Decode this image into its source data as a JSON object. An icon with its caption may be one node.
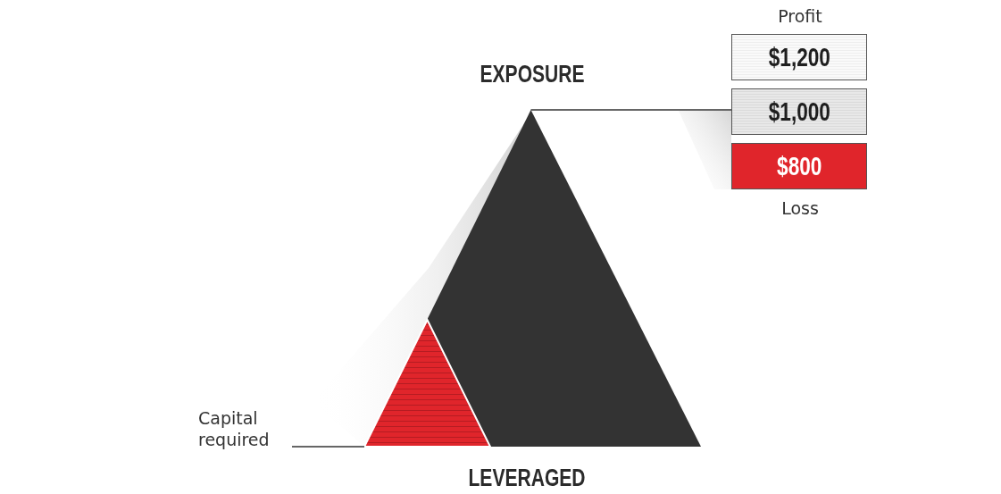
{
  "diagram": {
    "nodes": [
      {
        "text": [
          "EXPOSURE"
        ]
      },
      {
        "text": [],
        "shape": "triangle",
        "in": 0
      },
      {
        "text": [
          "$1,200"
        ],
        "beside": [
          "Profit"
        ]
      },
      {
        "text": [
          "$1,000"
        ]
      },
      {
        "text": [
          "$800"
        ],
        "beside": [
          "Loss"
        ]
      },
      {
        "text": [
          "Capital required"
        ]
      }
    ],
    "edges": [
      {
        "from": 5,
        "to": 1,
        "arrow": "none"
      },
      {
        "from": 0,
        "to": 3,
        "arrow": "none"
      }
    ],
    "labels": [
      "LEVERAGED"
    ]
  }
}
